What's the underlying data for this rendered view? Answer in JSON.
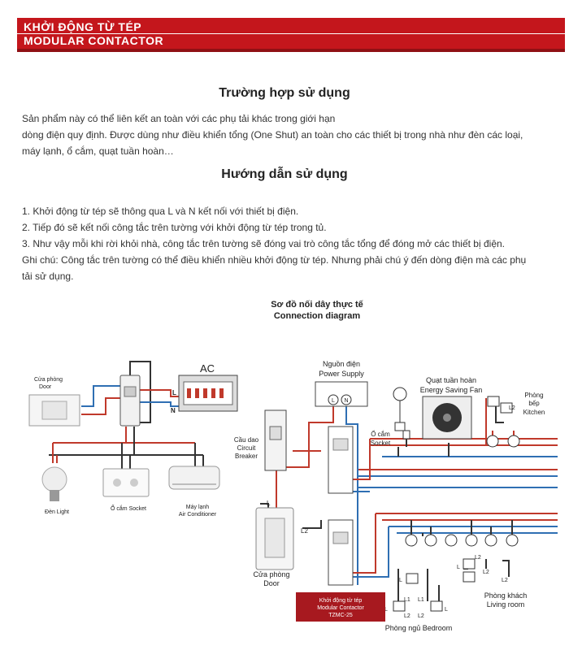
{
  "banner": {
    "title_vi": "KHỞI ĐỘNG TỪ TÉP",
    "title_en": "MODULAR CONTACTOR"
  },
  "section1": {
    "heading": "Trường hợp sử dụng",
    "lines": [
      "Sản phẩm này có thể liên kết an toàn với các phụ tải khác trong giới hạn",
      "dòng điện quy định. Được dùng như điều khiển tổng (One Shut) an toàn cho các thiết bị trong nhà như đèn các loại,",
      "máy lạnh, ổ cắm, quạt tuần hoàn…"
    ]
  },
  "section2": {
    "heading": "Hướng dẫn sử dụng",
    "lines": [
      "1. Khởi động từ tép sẽ thông qua L và N kết nối với thiết bị điện.",
      "2. Tiếp đó sẽ kết nối công tắc trên tường với khởi động từ tép trong tủ.",
      "3. Như vậy mỗi khi rời khỏi nhà, công tắc trên tường sẽ đóng vai trò công tắc tổng để đóng mở các thiết bị điện.",
      "Ghi chú: Công tắc trên tường có thể điều khiển nhiều khởi động từ tép. Nhưng phải chú ý đến dòng điện mà các phụ",
      "tải sử dụng."
    ]
  },
  "diagram": {
    "title_vi": "Sơ đồ nối dây thực tế",
    "title_en": "Connection diagram",
    "left": {
      "ac": "AC",
      "door_vi": "Cửa phòng",
      "door_en": "Door",
      "l": "L",
      "n": "N",
      "light": "Đèn Light",
      "socket": "Ổ cắm Socket",
      "ac_vi": "Máy lạnh",
      "ac_en": "Air Conditioner"
    },
    "right": {
      "ps_vi": "Nguồn điện",
      "ps_en": "Power Supply",
      "ps_l": "L",
      "ps_n": "N",
      "cb1": "Cầu dao",
      "cb2": "Circuit",
      "cb3": "Breaker",
      "socket_vi": "Ổ cắm",
      "socket_en": "Socket",
      "fan_vi": "Quạt tuần hoàn",
      "fan_en": "Energy Saving Fan",
      "kitchen1": "Phòng",
      "kitchen2": "bếp",
      "kitchen3": "Kitchen",
      "door_vi": "Cửa phòng",
      "door_en": "Door",
      "l": "L",
      "l2": "L2",
      "l1": "L1",
      "living_vi": "Phòng khách",
      "living_en": "Living room",
      "bedroom": "Phòng ngủ Bedroom",
      "product1": "Khởi động từ tép",
      "product2": "Modular Contactor",
      "product3": "TZMC-25"
    }
  },
  "colors": {
    "brand_red": "#c4161c",
    "wire_red": "#c0392b",
    "wire_blue": "#2f6fb3",
    "wire_dark": "#333333"
  }
}
